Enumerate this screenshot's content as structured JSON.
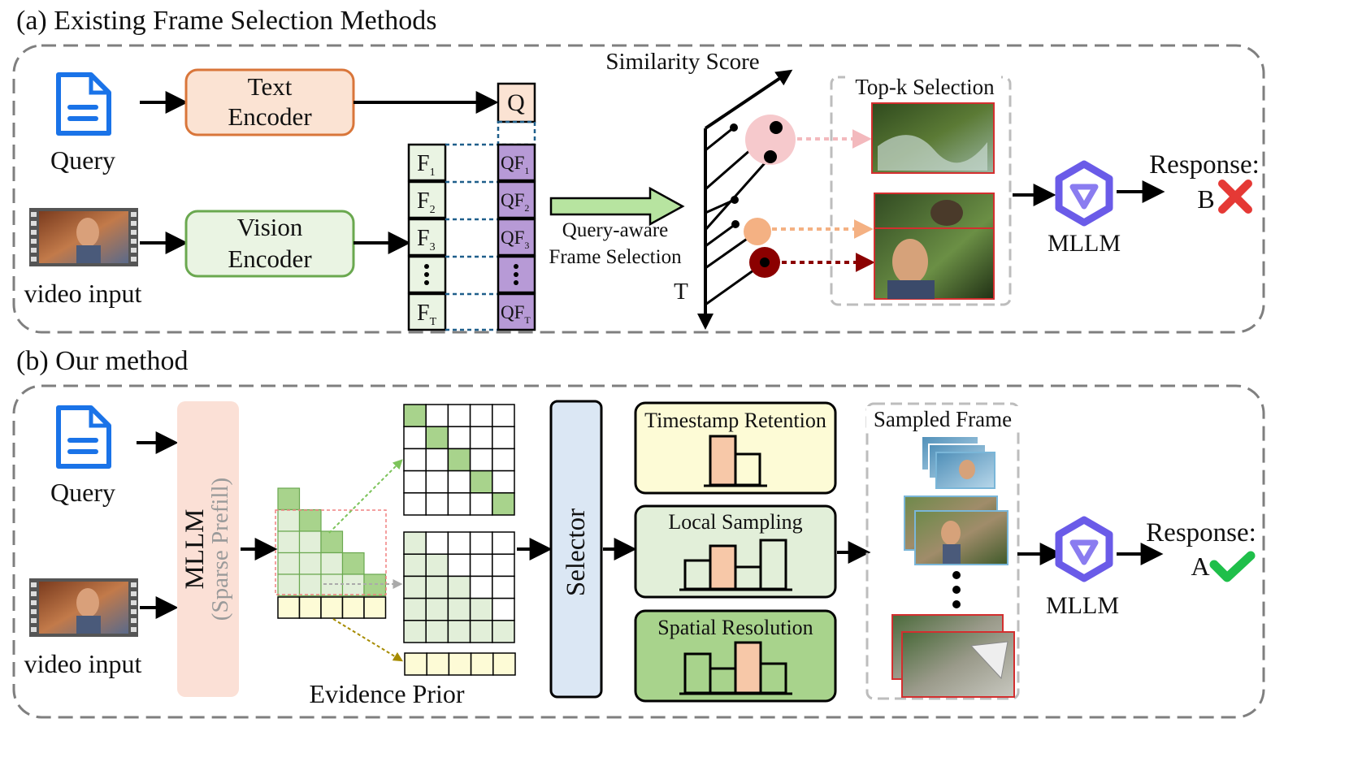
{
  "panel_a": {
    "title": "(a) Existing Frame Selection Methods",
    "query_label": "Query",
    "video_label": "video input",
    "text_encoder": [
      "Text",
      "Encoder"
    ],
    "vision_encoder": [
      "Vision",
      "Encoder"
    ],
    "q_label": "Q",
    "frames": [
      "F1",
      "F2",
      "F3",
      "FT"
    ],
    "qframes": [
      "QF1",
      "QF2",
      "QF3",
      "QFT"
    ],
    "selection_label": [
      "Query-aware",
      "Frame Selection"
    ],
    "similarity_label": "Similarity Score",
    "time_label": "T",
    "topk_label": "Top-k Selection",
    "mllm_label": "MLLM",
    "response_label": "Response:",
    "response_answer": "B"
  },
  "panel_b": {
    "title": "(b) Our method",
    "query_label": "Query",
    "video_label": "video input",
    "mllm_prefill": "MLLM",
    "prefill_sub": "(Sparse Prefill)",
    "evidence_label": "Evidence Prior",
    "selector_label": "Selector",
    "strategies": [
      "Timestamp Retention",
      "Local Sampling",
      "Spatial Resolution"
    ],
    "sampled_label": "Sampled Frame",
    "mllm_label": "MLLM",
    "response_label": "Response:",
    "response_answer": "A"
  },
  "colors": {
    "doc_blue": "#1a73e8",
    "text_encoder_fill": "#fbe3d3",
    "text_encoder_stroke": "#d9763a",
    "vision_encoder_fill": "#eaf4e3",
    "vision_encoder_stroke": "#6aa84f",
    "qf_purple": "#b79ad6",
    "green_arrow": "#b7e4a0",
    "cross_red": "#e53935",
    "check_green": "#1fbf4a",
    "mllm_purple": "#6a5be8",
    "prefill_fill": "#fbe0d6",
    "selector_fill": "#dbe7f4",
    "timestamp_fill": "#fdfbd6",
    "local_fill": "#e2efd9",
    "spatial_fill": "#a8d38c",
    "bar_peach": "#f7c8a8",
    "dark_red": "#8b0000"
  }
}
